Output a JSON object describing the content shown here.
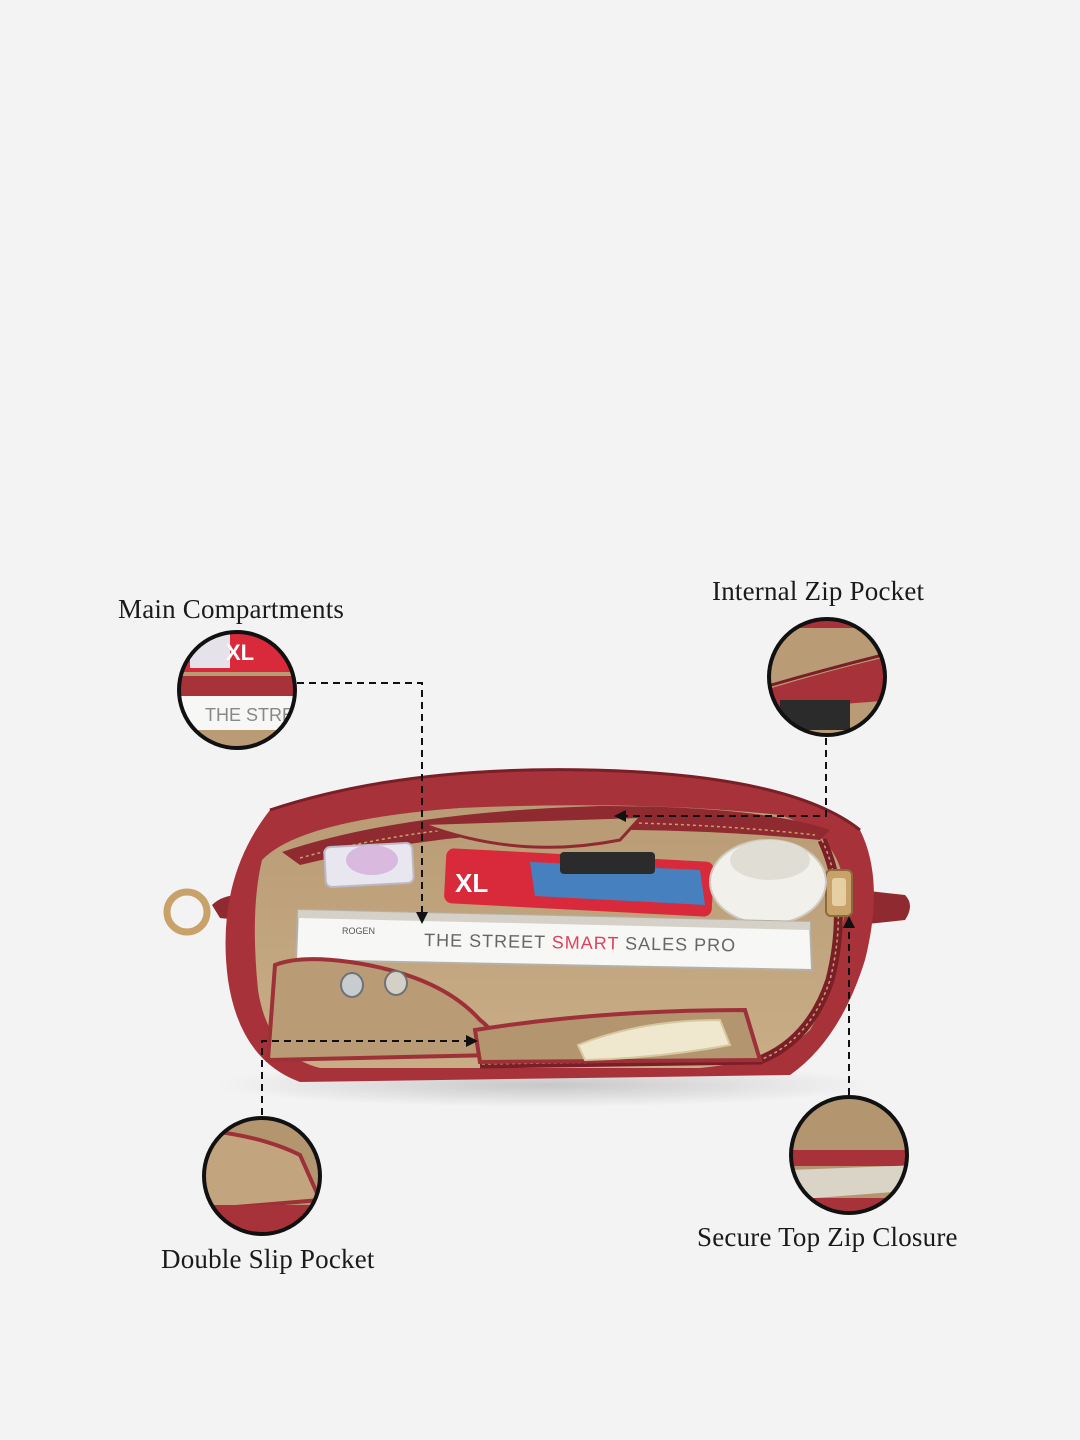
{
  "labels": {
    "main_compartments": "Main Compartments",
    "internal_zip_pocket": "Internal Zip Pocket",
    "double_slip_pocket": "Double Slip Pocket",
    "secure_top_zip_closure": "Secure Top Zip Closure"
  },
  "bag_contents": {
    "book_author": "ROGEN",
    "book_title_part1": "THE STREET ",
    "book_title_highlight": "SMART",
    "book_title_part2": " SALES PRO",
    "inset_book_text": "THE STREE",
    "mascara_text": "XL"
  },
  "colors": {
    "background": "#f3f3f3",
    "bag_red": "#a8323a",
    "bag_dark": "#7a1f27",
    "lining": "#c2a57f",
    "lining_dark": "#a88c67",
    "highlight_red": "#e0405a"
  },
  "icons": [
    "d-ring-icon",
    "zipper-pull-icon"
  ]
}
